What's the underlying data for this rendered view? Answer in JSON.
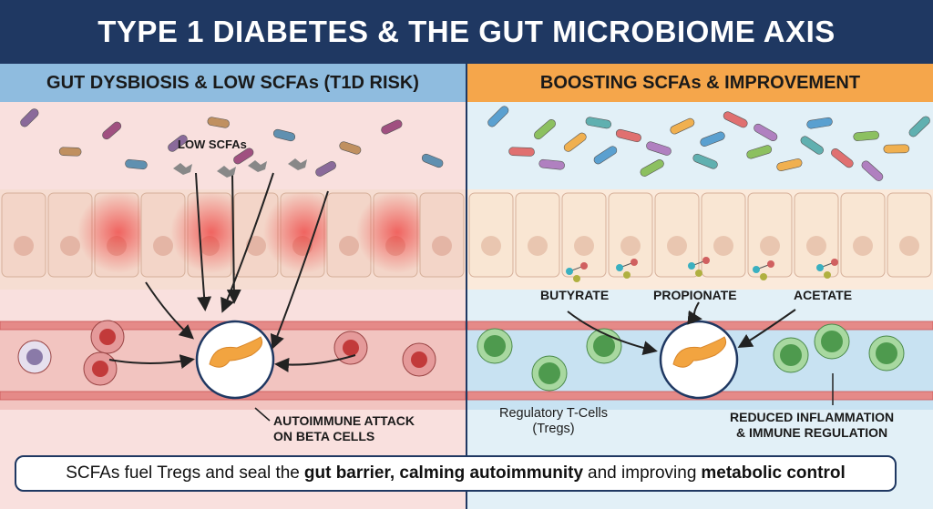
{
  "title": "TYPE 1 DIABETES & THE GUT MICROBIOME AXIS",
  "left": {
    "header": "GUT DYSBIOSIS & LOW SCFAs (T1D RISK)",
    "low_scfas": "LOW SCFAs",
    "attack_line1": "AUTOIMMUNE ATTACK",
    "attack_line2": "ON BETA CELLS"
  },
  "right": {
    "header": "BOOSTING SCFAs & IMPROVEMENT",
    "butyrate": "BUTYRATE",
    "propionate": "PROPIONATE",
    "acetate": "ACETATE",
    "tregs_line1": "Regulatory T-Cells",
    "tregs_line2": "(Tregs)",
    "reduced_line1": "REDUCED INFLAMMATION",
    "reduced_line2": "& IMMUNE REGULATION"
  },
  "caption": {
    "p1": "SCFAs fuel Tregs and seal the",
    "b1": "gut barrier, calming autoimmunity",
    "p2": "and improving",
    "b2": "metabolic control"
  },
  "colors": {
    "navy": "#1f3862",
    "left_bg": "#f9e0de",
    "right_bg": "#e2f0f7",
    "orange": "#f5a64b",
    "treg": "#5fae5f"
  }
}
